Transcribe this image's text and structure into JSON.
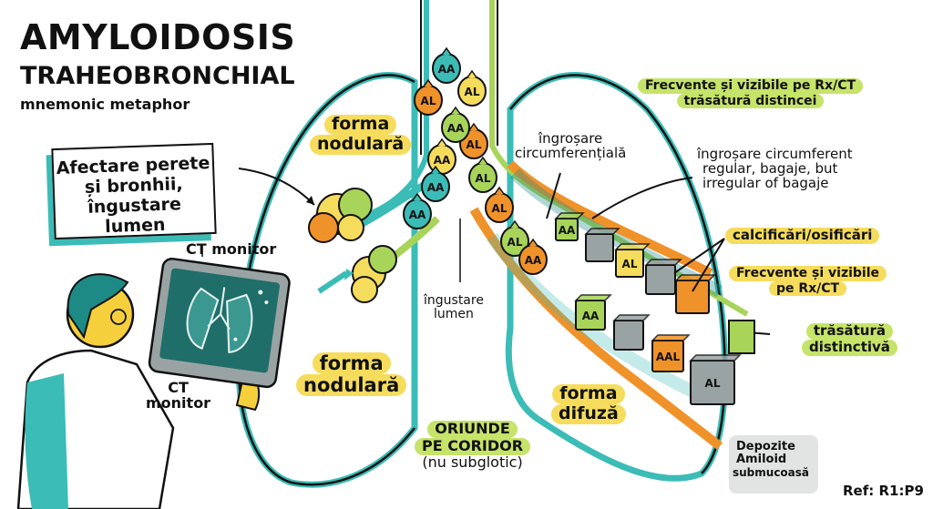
{
  "title": {
    "main": "AMYLOIDOSIS",
    "secondary": "TRAHEOBRONCHIAL",
    "subtitle": "mnemonic metaphor"
  },
  "sign": {
    "lines": [
      "Afectare perete",
      "și bronhii,",
      "îngustare lumen"
    ]
  },
  "monitor_labels": {
    "top": "CT monitor",
    "bottom_line1": "CT",
    "bottom_line2": "monitor"
  },
  "labels": {
    "nodular_top": [
      "forma",
      "nodulară"
    ],
    "nodular_bottom": [
      "forma",
      "nodulară"
    ],
    "narrowing": [
      "îngustare",
      "lumen"
    ],
    "origin": [
      "ORIUNDE",
      "PE CORIDOR",
      "(nu subglotic)"
    ],
    "diffuse": [
      "forma",
      "difuză"
    ],
    "thickening": [
      "îngroșare",
      "circumferențială"
    ],
    "thickening_detail": [
      "îngroșare circumferent",
      "regular, bagaje, but",
      "irregular of bagaje"
    ],
    "frequent_top": [
      "Frecvente și vizibile pe Rx/CT",
      "trăsătură distincei"
    ],
    "calcifications": "calcificări/osificări",
    "frequent_mid": [
      "Frecvente și vizibile",
      "pe Rx/CT"
    ],
    "distinctive": [
      "trăsătură",
      "distinctivă"
    ],
    "deposits": [
      "Depozite",
      "Amiloid",
      "submucoasă"
    ],
    "reference": "Ref: R1:P9"
  },
  "luggage": {
    "trachea_bags": [
      "AA",
      "AL",
      "AL",
      "AA",
      "AA",
      "AL",
      "AL",
      "AA",
      "AL",
      "AA",
      "AL",
      "AA"
    ],
    "upper_bronchus_boxes": [
      "AA",
      "",
      "AL",
      "",
      ""
    ],
    "lower_bronchus_boxes": [
      "AA",
      "",
      "AAL",
      "AL"
    ]
  },
  "colors": {
    "teal": "#3bbcb6",
    "dark_teal": "#1d8a86",
    "orange": "#f0922a",
    "yellow": "#f6dc5c",
    "lime": "#a8d45a",
    "highlight_yellow": "#f6dc5c",
    "highlight_lime": "#c6e36a",
    "grey_box": "#e2e4e3"
  }
}
